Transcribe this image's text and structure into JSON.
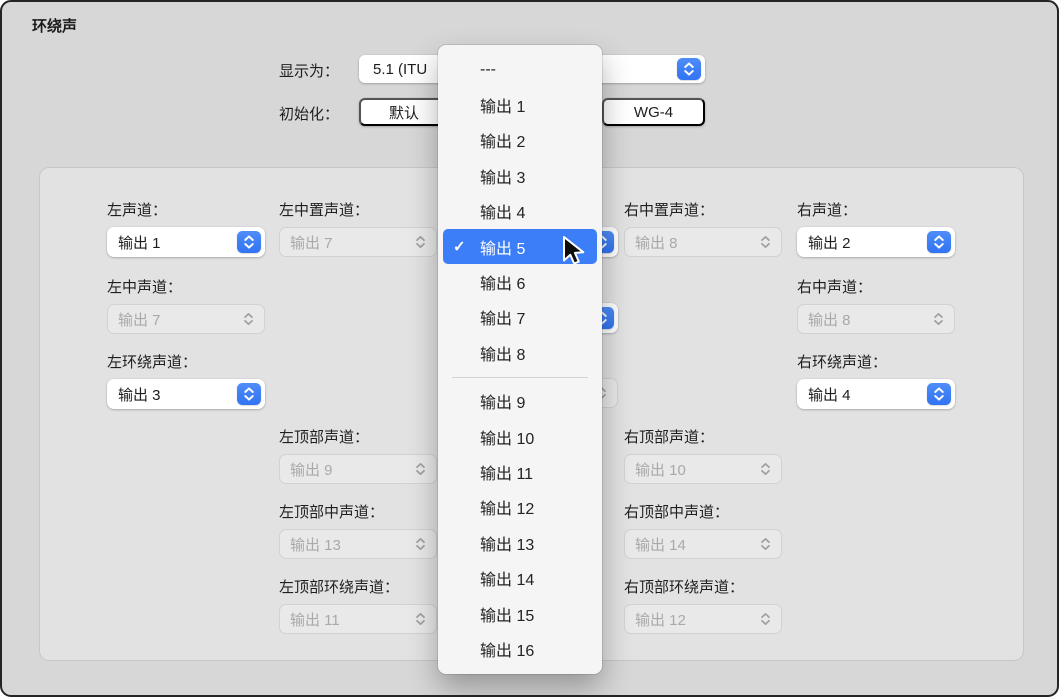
{
  "window": {
    "title": "环绕声"
  },
  "header": {
    "display_as": {
      "label": "显示为：",
      "value": "5.1 (ITU"
    },
    "initialize": {
      "label": "初始化：",
      "buttons": [
        "默认",
        "WG-4"
      ]
    }
  },
  "dropdown_menu": {
    "items": [
      {
        "label": "---"
      },
      {
        "label": "输出 1"
      },
      {
        "label": "输出 2"
      },
      {
        "label": "输出 3"
      },
      {
        "label": "输出 4"
      },
      {
        "label": "输出 5",
        "checked": true,
        "highlighted": true
      },
      {
        "label": "输出 6"
      },
      {
        "label": "输出 7"
      },
      {
        "label": "输出 8",
        "separator_after": true
      },
      {
        "label": "输出 9"
      },
      {
        "label": "输出 10"
      },
      {
        "label": "输出 11"
      },
      {
        "label": "输出 12"
      },
      {
        "label": "输出 13"
      },
      {
        "label": "输出 14"
      },
      {
        "label": "输出 15"
      },
      {
        "label": "输出 16"
      }
    ]
  },
  "channels": {
    "fields": [
      {
        "id": "left",
        "label": "左声道：",
        "value": "输出 1",
        "state": "active"
      },
      {
        "id": "left-mid",
        "label": "左中声道：",
        "value": "输出 7",
        "state": "disabled"
      },
      {
        "id": "left-surround",
        "label": "左环绕声道：",
        "value": "输出 3",
        "state": "active"
      },
      {
        "id": "left-center",
        "label": "左中置声道：",
        "value": "输出 7",
        "state": "disabled"
      },
      {
        "id": "left-top",
        "label": "左顶部声道：",
        "value": "输出 9",
        "state": "disabled"
      },
      {
        "id": "left-top-mid",
        "label": "左顶部中声道：",
        "value": "输出 13",
        "state": "disabled"
      },
      {
        "id": "left-top-surround",
        "label": "左顶部环绕声道：",
        "value": "输出 11",
        "state": "disabled"
      },
      {
        "id": "center-1",
        "label": "",
        "value": "",
        "state": "active"
      },
      {
        "id": "center-2",
        "label": "",
        "value": "",
        "state": "active"
      },
      {
        "id": "center-3",
        "label": "",
        "value": "",
        "state": "disabled"
      },
      {
        "id": "right-center",
        "label": "右中置声道：",
        "value": "输出 8",
        "state": "disabled"
      },
      {
        "id": "right-top",
        "label": "右顶部声道：",
        "value": "输出 10",
        "state": "disabled"
      },
      {
        "id": "right-top-mid",
        "label": "右顶部中声道：",
        "value": "输出 14",
        "state": "disabled"
      },
      {
        "id": "right-top-surround",
        "label": "右顶部环绕声道：",
        "value": "输出 12",
        "state": "disabled"
      },
      {
        "id": "right",
        "label": "右声道：",
        "value": "输出 2",
        "state": "active"
      },
      {
        "id": "right-mid",
        "label": "右中声道：",
        "value": "输出 8",
        "state": "disabled"
      },
      {
        "id": "right-surround",
        "label": "右环绕声道：",
        "value": "输出 4",
        "state": "active"
      }
    ]
  },
  "colors": {
    "accent_blue": "#3478f6",
    "menu_highlight": "#3c7ef8",
    "window_background": "#d7d7d7",
    "panel_background": "#e2e2e2"
  }
}
